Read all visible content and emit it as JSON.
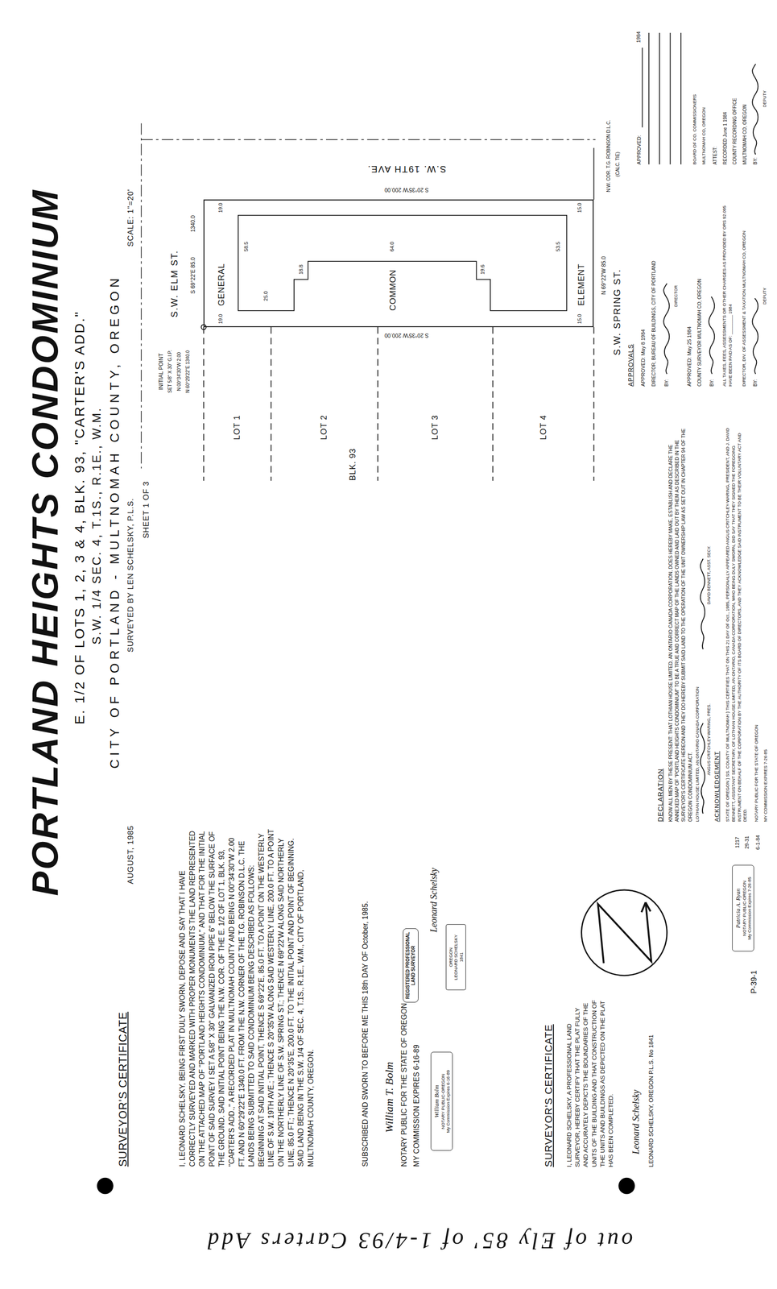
{
  "diagram": {
    "title": "PORTLAND HEIGHTS CONDOMINIUM",
    "nodes": [
      {
        "text": [
          "GENERAL",
          "COMMON",
          "ELEMENT"
        ]
      },
      {
        "text": [
          "REGISTERED PROFESSIONAL LAND SURVEYOR"
        ]
      },
      {
        "text": [
          "OREGON",
          "LEONARD SCHELSKY",
          "1841"
        ]
      },
      {
        "text": [
          "William Bolm",
          "NOTARY PUBLIC-OREGON",
          "My Commission Expires 6-16-89"
        ]
      },
      {
        "text": [
          "Patricia A. Ryan",
          "NOTARY PUBLIC-OREGON",
          "My Commission Expires 7-26-85"
        ]
      }
    ],
    "labels": [
      "E. 1/2 OF LOTS 1, 2, 3 & 4, BLK. 93, \"CARTER'S ADD.\"",
      "S.W. 1/4 SEC. 4, T.1S., R.1E., W.M.",
      "CITY OF PORTLAND - MULTNOMAH COUNTY, OREGON",
      "AUGUST, 1985",
      "SURVEYED BY LEN SCHELSKY, P.L.S.",
      "SCALE: 1\"=20'",
      "SHEET 1 OF 3",
      "SURVEYOR'S CERTIFICATE",
      "I, LEONARD SCHELSKY, BEING FIRST DULY SWORN, DEPOSE AND SAY THAT I HAVE CORRECTLY SURVEYED AND MARKED WITH PROPER MONUMENTS THE LAND REPRESENTED ON THE ATTACHED MAP OF \"PORTLAND HEIGHTS CONDOMINIUM,\" AND THAT FOR THE INITIAL POINT OF SAID SURVEY I SET A 5/8\" X 30\" GALVANIZED IRON PIPE 6\" BELOW THE SURFACE OF THE GROUND. SAID INITIAL POINT BEING THE N.W. COR. OF THE E. 1/2 OF LOT 1, BLK. 93, \"CARTER'S ADD.,\" A RECORDED PLAT IN MULTNOMAH COUNTY AND BEING N 00°34'30\"W 2.00 FT. AND N 60°29'22\"E 1340.0 FT. FROM THE N.W. CORNER OF THE T.G. ROBINSON D.L.C. THE LANDS BEING SUBMITTED TO SAID CONDOMINIUM BEING DESCRIBED AS FOLLOWS: BEGINNING AT SAID INITIAL POINT, THENCE S 69°22'E, 85.0 FT. TO A POINT ON THE WESTERLY LINE OF S.W. 19TH AVE.; THENCE S 20°35'W ALONG SAID WESTERLY LINE, 200.0 FT. TO A POINT ON THE NORTHERLY LINE OF S.W. SPRING ST.; THENCE N 69°22'W ALONG SAID NORTHERLY LINE, 85.0 FT.; THENCE N 20°35'E, 200.0 FT. TO THE INITIAL POINT AND POINT OF BEGINNING. SAID LAND BEING IN THE S.W. 1/4 OF SEC. 4, T.1S., R.1E., W.M., CITY OF PORTLAND, MULTNOMAH COUNTY, OREGON.",
      "SUBSCRIBED AND SWORN TO BEFORE ME THIS 18th DAY OF October, 1985.",
      "William T. Bolm",
      "NOTARY PUBLIC FOR THE STATE OF OREGON",
      "MY COMMISSION EXPIRES 6-16-89",
      "Leonard Schelsky",
      "SURVEYOR'S CERTIFICATE",
      "I, LEONARD SCHELSKY, A PROFESSIONAL LAND SURVEYOR, HEREBY CERTIFY THAT THE PLAT FULLY AND ACCURATELY DEPICTS THE BOUNDARIES OF THE UNITS OF THE BUILDING AND THAT CONSTRUCTION OF THE UNITS AND BUILDINGS AS DEPICTED ON THE PLAT HAS BEEN COMPLETED.",
      "Leonard Schelsky",
      "LEONARD SCHELSKY, OREGON P.L.S. No 1841",
      "S.W. ELM ST.",
      "S 69°22'E 85.0",
      "1340.0",
      "INITIAL POINT",
      "SET 5/8\" X 30\" G.I.P.",
      "N 00°34'30\"W 2.00",
      "N 60°29'22\"E 1340.0",
      "S.W. 19TH AVE.",
      "S 20°35'W 200.00",
      "S 20°35'W 200.00",
      "S.W. SPRING ST.",
      "N 69°22'W 85.0",
      "LOT 1",
      "LOT 2",
      "LOT 3",
      "LOT 4",
      "BLK. 93",
      "N.W. COR. T.G. ROBINSON D.L.C.",
      "(CALC. TIE)",
      "19.0",
      "19.0",
      "15.0",
      "15.0",
      "58.5",
      "53.5",
      "64.0",
      "25.0",
      "18.8",
      "19.6",
      "APPROVED:",
      "1984",
      "BOARD OF CO. COMMISSIONERS",
      "MULTNOMAH CO, OREGON",
      "ATTEST:",
      "RECORDED June 1 1984",
      "COUNTY RECORDING OFFICE",
      "MULTNOMAH CO, OREGON",
      "BY:",
      "DEPUTY",
      "APPROVALS",
      "APPROVED: May 8 1984",
      "DIRECTOR, BUREAU OF BUILDINGS, CITY OF PORTLAND",
      "BY:",
      "DIRECTOR",
      "APPROVED: May 25 1984",
      "COUNTY SURVEYOR MULTNOMAH CO, OREGON",
      "BY:",
      "ALL TAXES, FEES, ASSESSMENTS OR OTHER CHARGES AS PROVIDED BY ORS 92.095 HAVE BEEN PAID AS OF: ________ 1984",
      "DIRECTOR, DIV. OF ASSESSMENT & TAXATION MULTNOMAH CO, OREGON",
      "BY:",
      "DEPUTY",
      "DECLARATION",
      "KNOW ALL MEN BY THESE PRESENT: THAT LOTHIAN HOUSE LIMITED, AN ONTARIO CANADA CORPORATION, DOES HEREBY MAKE, ESTABLISH AND DECLARE THE ANNEXED MAP OF \"PORTLAND HEIGHTS CONDOMINIUM\" TO BE A TRUE AND CORRECT MAP OF THE LANDS OWNED AND LAID OUT BY THEM AS DESCRIBED IN THE SURVEYOR'S CERTIFICATE HEREON AND THEY DO HEREBY SUBMIT SAID LAND TO THE OPERATION OF THE UNIT OWNERSHIP LAW AS SET OUT IN CHAPTER 94 OF THE OREGON CONDOMINIUM ACT.",
      "LOTHIAN HOUSE LIMITED, AN ONTARIO CANADA CORPORATION",
      "ANGUS CRITCHLEY-WARING, PRES.",
      "DAVID BENNETT, ASST. SECY.",
      "ACKNOWLEDGEMENT",
      "STATE OF OREGON ) SS. COUNTY OF MULTNOMAH ) THIS CERTIFIES THAT ON THIS 21 DAY OF Oct., 1985, PERSONALLY APPEARED ANGUS CRITCHLEY-WARING, PRESIDENT, AND J. DAVID BENNETT, ASSISTANT SECRETARY, OF LOTHIAN HOUSE LIMITED, AN ONTARIO, CANADA CORPORATION, WHO BEING DULY SWORN, DID SAY THAT THEY SIGNED THE FOREGOING INSTRUMENT ON BEHALF OF THE CORPORATION BY THE AUTHORITY OF ITS BOARD OF DIRECTORS, AND THEY ACKNOWLEDGE SAID INSTRUMENT TO BE THEIR VOLUNTARY ACT AND DEED.",
      "NOTARY PUBLIC FOR THE STATE OF OREGON",
      "MY COMMISSION EXPIRES 7-26-85",
      "1217",
      "29-31",
      "6-1-84",
      "P-39-1",
      "out of Ely 85' of 1-4/93 Carters Add"
    ]
  }
}
